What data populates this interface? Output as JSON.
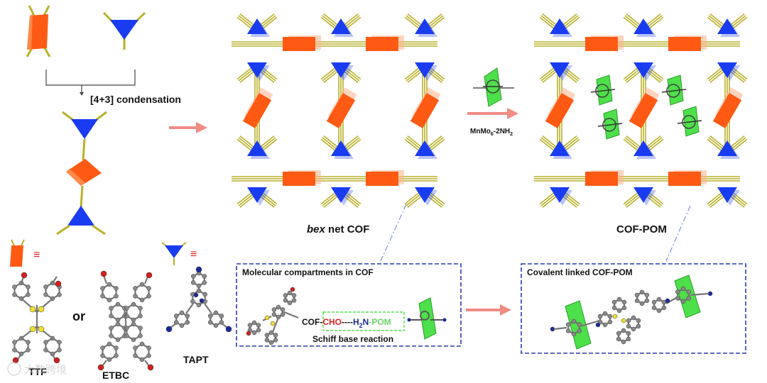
{
  "labels": {
    "condensation": "[4+3] condensation",
    "net_cof_italic": "bex",
    "net_cof_rest": " net COF",
    "cof_pom": "COF-POM",
    "reagent_prefix": "MnMo",
    "reagent_sub": "6",
    "reagent_suffix": "-2NH",
    "reagent_sub2": "2",
    "equiv_sign": "≡",
    "or": "or",
    "ttf": "TTF",
    "etbc": "ETBC",
    "tapt": "TAPT",
    "box1_title": "Molecular compartments in COF",
    "box2_title": "Covalent linked COF-POM",
    "reaction_cof": "COF-",
    "reaction_cho": "CHO",
    "reaction_dash": "----",
    "reaction_h": "H",
    "reaction_h_sub": "2",
    "reaction_n": "N",
    "reaction_pom": "-POM",
    "schiff": "Schiff base reaction",
    "watermark": "大数跨境"
  },
  "colors": {
    "orange": "#ff5a14",
    "blue": "#1a3cf0",
    "green": "#4ee04a",
    "linker": "#b9b12a",
    "arrow": "#f08c84",
    "box_border": "#2b3bb3",
    "cho_red": "#e02020",
    "amine_blue": "#1a2a9a"
  }
}
